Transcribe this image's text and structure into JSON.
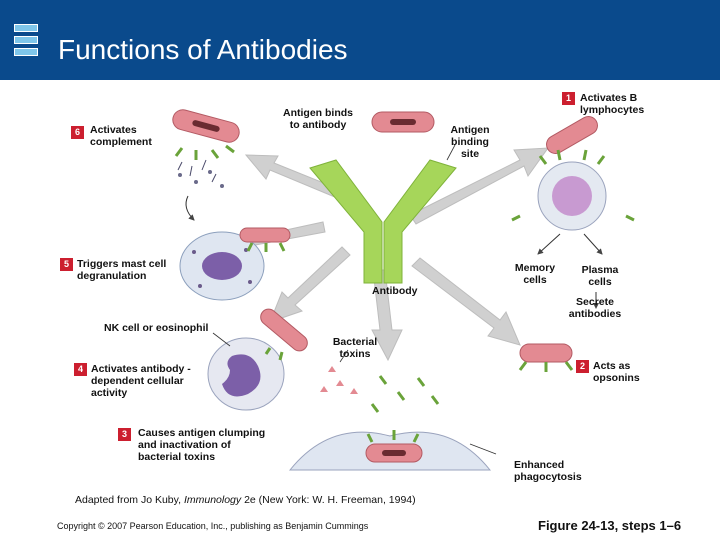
{
  "header": {
    "title": "Functions of Antibodies"
  },
  "labels": {
    "antigen_binds": "Antigen binds\nto antibody",
    "antigen_binding_site": "Antigen\nbinding\nsite",
    "antibody": "Antibody",
    "memory_cells": "Memory\ncells",
    "plasma_cells": "Plasma\ncells",
    "secrete_antibodies": "Secrete\nantibodies",
    "nk_cell": "NK cell or eosinophil",
    "bacterial_toxins": "Bacterial\ntoxins",
    "enhanced_phagocytosis": "Enhanced\nphagocytosis"
  },
  "steps": [
    {
      "num": "1",
      "text": "Activates B\nlymphocytes"
    },
    {
      "num": "2",
      "text": "Acts as\nopsonins"
    },
    {
      "num": "3",
      "text": "Causes antigen clumping\nand inactivation of\nbacterial toxins"
    },
    {
      "num": "4",
      "text": "Activates antibody -\ndependent cellular\nactivity"
    },
    {
      "num": "5",
      "text": "Triggers mast cell\ndegranulation"
    },
    {
      "num": "6",
      "text": "Activates\ncomplement"
    }
  ],
  "footer": {
    "source_prefix": "Adapted from Jo Kuby, ",
    "source_title": "Immunology",
    "source_suffix": " 2e (New York: W. H. Freeman, 1994)",
    "copyright": "Copyright © 2007 Pearson Education, Inc., publishing as Benjamin Cummings",
    "figure": "Figure 24-13, steps 1–6"
  },
  "colors": {
    "header_bg": "#0a4a8c",
    "antibody_green": "#a6d65a",
    "bacteria_pink": "#e38a92",
    "step_red": "#cc1f2f",
    "arrow_gray": "#c9c9c9"
  }
}
